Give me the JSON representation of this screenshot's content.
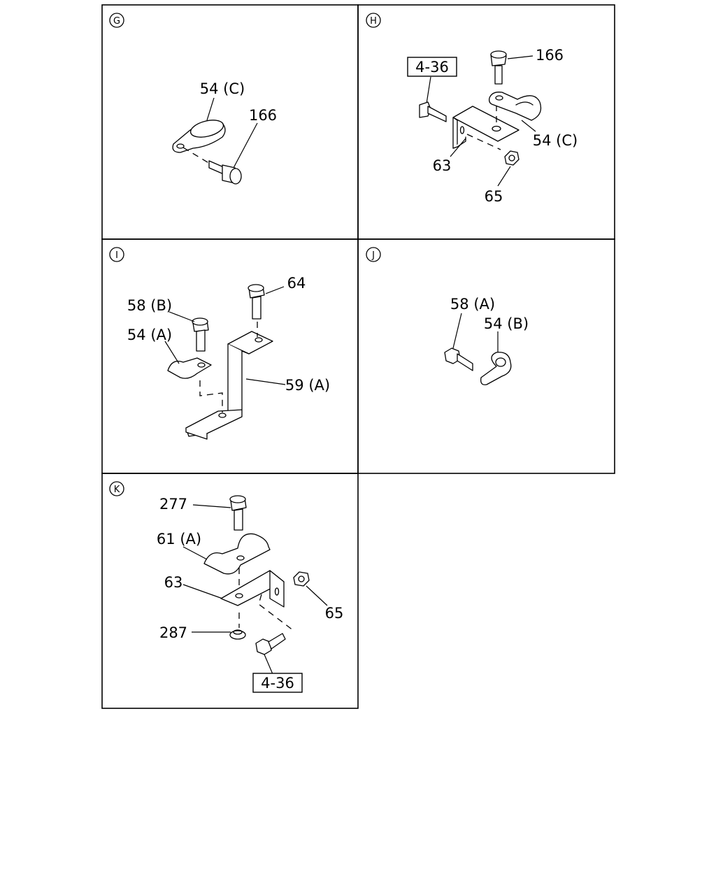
{
  "panels": {
    "g": {
      "letter": "G",
      "labels": {
        "clip": "54 (C)",
        "bolt": "166"
      }
    },
    "h": {
      "letter": "H",
      "labels": {
        "ref": "4-36",
        "bolt": "166",
        "clip": "54 (C)",
        "bracket": "63",
        "nut": "65"
      }
    },
    "i": {
      "letter": "I",
      "labels": {
        "bolt_top": "64",
        "bolt": "58 (B)",
        "clip": "54 (A)",
        "bracket": "59 (A)"
      }
    },
    "j": {
      "letter": "J",
      "labels": {
        "bolt": "58 (A)",
        "clip": "54 (B)"
      }
    },
    "k": {
      "letter": "K",
      "labels": {
        "bolt_top": "277",
        "clip": "61 (A)",
        "bracket": "63",
        "nut": "65",
        "washer_nut": "287",
        "ref": "4-36"
      }
    }
  }
}
